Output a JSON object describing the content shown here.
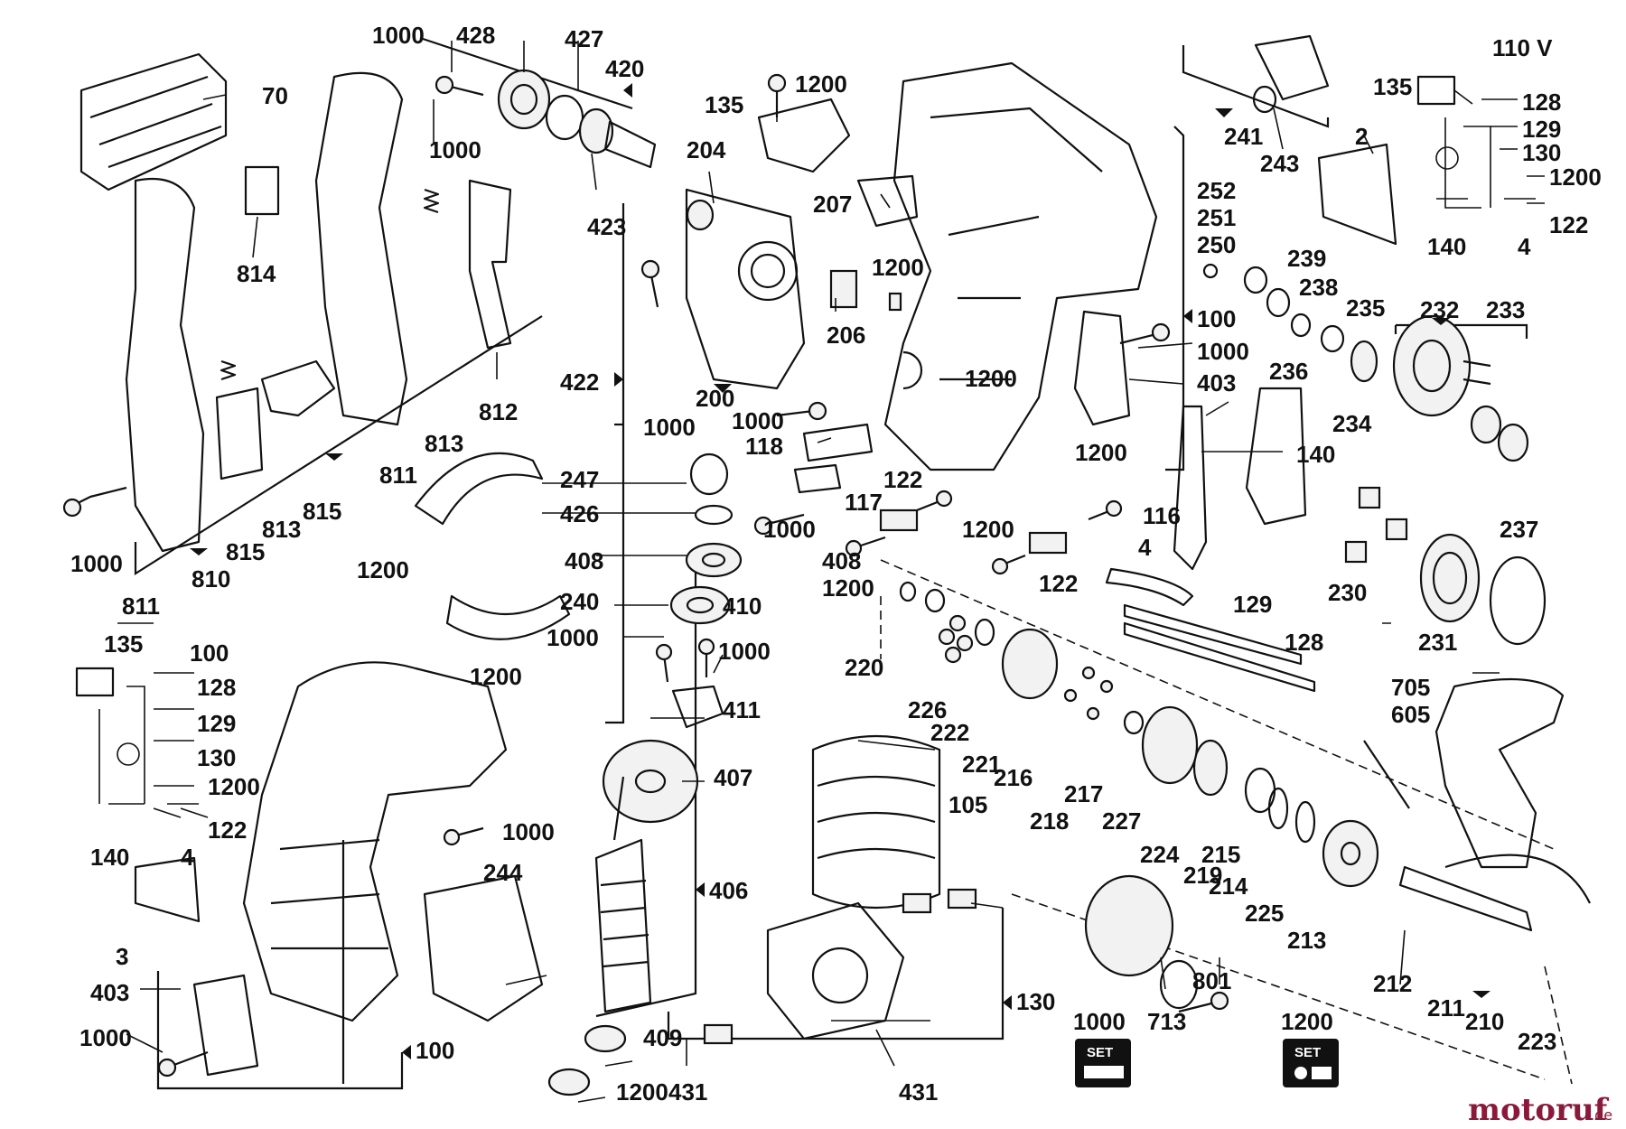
{
  "diagram": {
    "voltage_label": "110 V",
    "brand": {
      "name": "motoruf",
      "suffix": ".de"
    },
    "set_badges": [
      {
        "number": "1000",
        "text": "SET"
      },
      {
        "number": "1200",
        "text": "SET"
      }
    ],
    "labels": {
      "p1000_top": "1000",
      "p428": "428",
      "p427": "427",
      "p420": "420",
      "p70": "70",
      "p1000_b": "1000",
      "p423": "423",
      "p814": "814",
      "p812": "812",
      "p811": "811",
      "p813": "813",
      "p815": "815",
      "p810": "810",
      "p1000_c": "1000",
      "p811b": "811",
      "p815b": "815",
      "p813b": "813",
      "p135": "135",
      "p1200_a": "1200",
      "p204": "204",
      "p207": "207",
      "p206": "206",
      "p1200_b": "1200",
      "p200": "200",
      "p422": "422",
      "p1000_d": "1000",
      "p1200_c": "1200",
      "p100_a": "100",
      "p1000_e": "1000",
      "p403_a": "403",
      "p1000_f": "1000",
      "p118": "118",
      "p117": "117",
      "p122_a": "122",
      "p1200_d": "1200",
      "p1000_g": "1000",
      "p1200_e": "1200",
      "p408_a": "408",
      "p408_b": "408",
      "p1200_f": "1200",
      "p122_b": "122",
      "p116": "116",
      "p4_a": "4",
      "p247": "247",
      "p426": "426",
      "p240": "240",
      "p241": "241",
      "p243": "243",
      "p2": "2",
      "p252": "252",
      "p251": "251",
      "p250": "250",
      "p239": "239",
      "p238": "238",
      "p235": "235",
      "p236": "236",
      "p234": "234",
      "p232": "232",
      "p233": "233",
      "p140_a": "140",
      "p135_b": "135",
      "p128_a": "128",
      "p129_a": "129",
      "p130_a": "130",
      "p1200_g": "1200",
      "p122_c": "122",
      "p140_b": "140",
      "p4_b": "4",
      "p237": "237",
      "p230": "230",
      "p231": "231",
      "p129_b": "129",
      "p128_b": "128",
      "p705": "705",
      "p605": "605",
      "p1200_h": "1200",
      "p100_b": "100",
      "p1200_i": "1200",
      "p1000_h": "1000",
      "p410": "410",
      "p1000_i": "1000",
      "p1000_j": "1000",
      "p411": "411",
      "p407": "407",
      "p135_c": "135",
      "p128_c": "128",
      "p129_c": "129",
      "p130_b": "130",
      "p1200_j": "1200",
      "p122_d": "122",
      "p140_c": "140",
      "p4_c": "4",
      "p1000_k": "1000",
      "p3": "3",
      "p403_b": "403",
      "p1000_l": "1000",
      "p100_c": "100",
      "p244": "244",
      "p406": "406",
      "p409": "409",
      "p1200_k": "1200",
      "p431_a": "431",
      "p431_b": "431",
      "p105": "105",
      "p130_c": "130",
      "p220": "220",
      "p226": "226",
      "p222": "222",
      "p221": "221",
      "p216": "216",
      "p218": "218",
      "p217": "217",
      "p227": "227",
      "p224": "224",
      "p219": "219",
      "p215": "215",
      "p214": "214",
      "p225": "225",
      "p213": "213",
      "p212": "212",
      "p211": "211",
      "p210": "210",
      "p223": "223",
      "p801": "801",
      "p713": "713"
    }
  }
}
